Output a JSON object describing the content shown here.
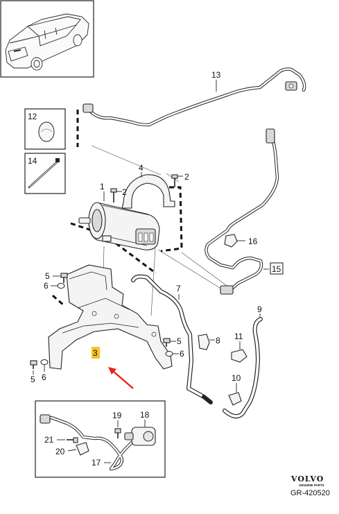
{
  "callouts": {
    "c1": "1",
    "c2a": "2",
    "c2b": "2",
    "c3": "3",
    "c4": "4",
    "c5a": "5",
    "c5b": "5",
    "c5c": "5",
    "c6a": "6",
    "c6b": "6",
    "c6c": "6",
    "c7": "7",
    "c8": "8",
    "c9": "9",
    "c10": "10",
    "c11": "11",
    "c12": "12",
    "c13": "13",
    "c14": "14",
    "c15": "15",
    "c16": "16",
    "c17": "17",
    "c18": "18",
    "c19": "19",
    "c20": "20",
    "c21": "21"
  },
  "highlight_color": "#f5b800",
  "arrow_color": "#e8211c",
  "logo": {
    "brand": "VOLVO",
    "tagline": "GENUINE PARTS"
  },
  "diagram_ref": "GR-420520"
}
